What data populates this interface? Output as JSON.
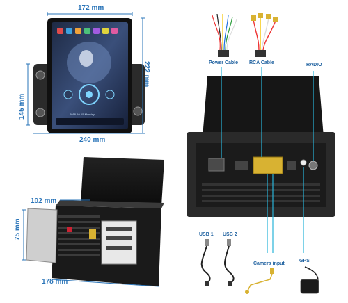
{
  "dimensions": {
    "width_top": "172 mm",
    "height_right": "222 mm",
    "height_left": "145 mm",
    "width_bottom": "240 mm",
    "depth_top": "102 mm",
    "depth_side": "75 mm",
    "width_rear": "178 mm"
  },
  "screen": {
    "date_text": "2018-10-15  Monday"
  },
  "labels": {
    "power_cable": "Power Cable",
    "rca_cable": "RCA Cable",
    "radio": "RADIO",
    "usb1": "USB 1",
    "usb2": "USB 2",
    "camera_input": "Camera input",
    "gps": "GPS"
  },
  "colors": {
    "dimension_blue": "#2a74b8",
    "callout_cyan": "#29b3d8",
    "unit_black": "#1b1b1b"
  }
}
